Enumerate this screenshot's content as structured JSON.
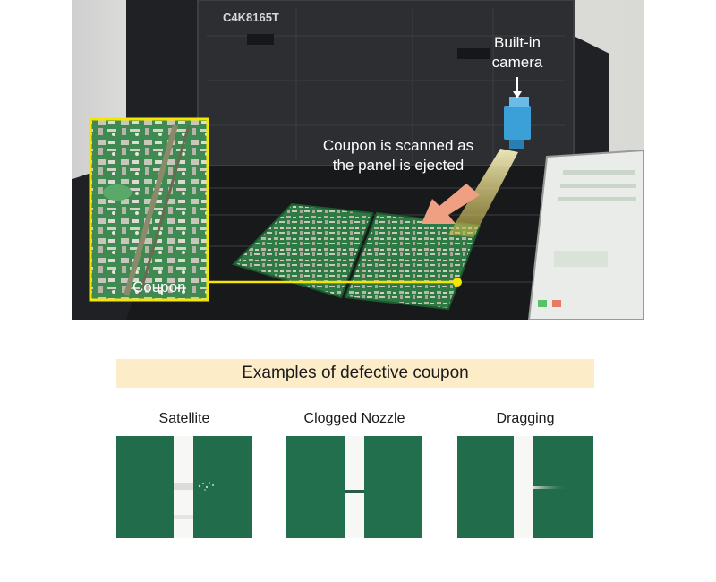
{
  "photo": {
    "machine_label": "C4K8165T",
    "camera_label": "Built-in\ncamera",
    "scan_label": "Coupon is scanned as\nthe panel is ejected",
    "coupon_label": "Coupon",
    "colors": {
      "highlight": "#f4e600",
      "arrow": "#f0a082",
      "camera": "#3ba0d8"
    }
  },
  "examples": {
    "title": "Examples of defective coupon",
    "items": [
      {
        "label": "Satellite"
      },
      {
        "label": "Clogged Nozzle"
      },
      {
        "label": "Dragging"
      }
    ],
    "colors": {
      "coupon_green": "#1e6b4a",
      "trace": "#ffffff",
      "banner": "#fcecc8"
    }
  }
}
